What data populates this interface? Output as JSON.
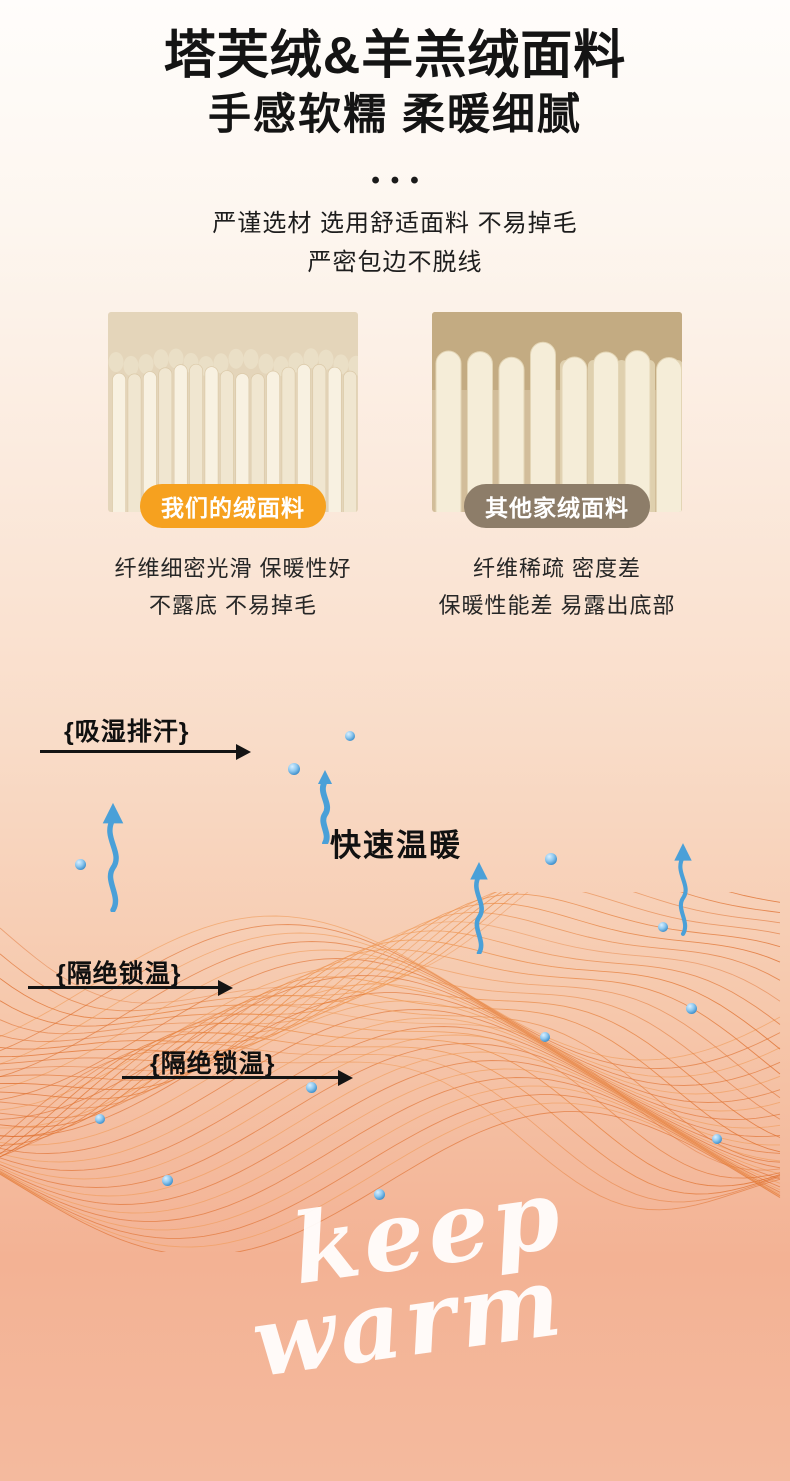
{
  "header": {
    "title": "塔芙绒&羊羔绒面料",
    "subtitle": "手感软糯 柔暖细腻",
    "dots": "•••",
    "desc_line1": "严谨选材 选用舒适面料 不易掉毛",
    "desc_line2": "严密包边不脱线"
  },
  "compare": {
    "left": {
      "badge": "我们的绒面料",
      "badge_color": "#f6a11f",
      "caption_line1": "纤维细密光滑 保暖性好",
      "caption_line2": "不露底 不易掉毛"
    },
    "right": {
      "badge": "其他家绒面料",
      "badge_color": "#8d7d69",
      "caption_line1": "纤维稀疏 密度差",
      "caption_line2": "保暖性能差 易露出底部"
    }
  },
  "diagram": {
    "label_moisture": "{吸湿排汗}",
    "label_warm": "快速温暖",
    "label_lock1": "{隔绝锁温}",
    "label_lock2": "{隔绝锁温}",
    "watermark_line1": "keep",
    "watermark_line2": "warm",
    "arrow_color": "#4aa0d8",
    "wave_color": "#dd6a28",
    "wave_color_light": "#f09a55"
  },
  "icons": {
    "steam_arrow": "wavy-up-arrow",
    "water_dot": "water-droplet-dot",
    "direction_arrow": "solid-right-arrow"
  }
}
